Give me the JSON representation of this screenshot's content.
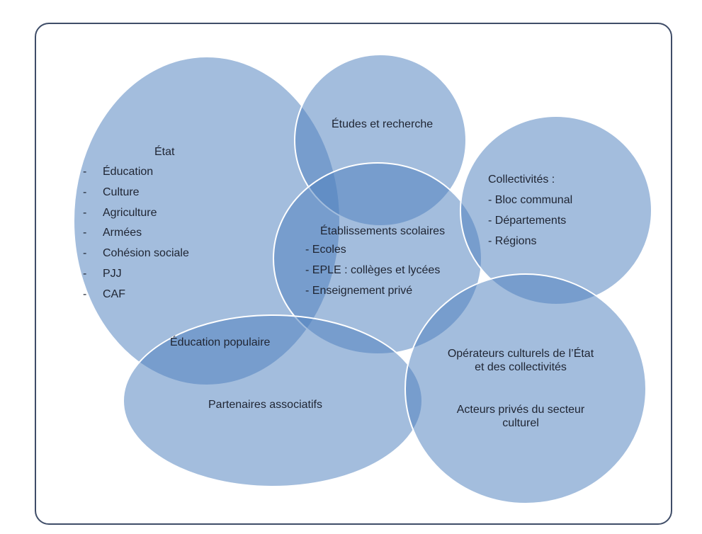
{
  "colors": {
    "circle_fill": "#4f81bd",
    "circle_stroke": "#ffffff",
    "frame": "#3f4d68",
    "text": "#1f2533"
  },
  "etat": {
    "title": "État",
    "items": [
      "Éducation",
      "Culture",
      "Agriculture",
      "Armées",
      "Cohésion sociale",
      "PJJ",
      "CAF"
    ]
  },
  "etudes": {
    "title": "Études et recherche"
  },
  "etablissements": {
    "title": "Établissements scolaires",
    "items": [
      "- Ecoles",
      "- EPLE : collèges et lycées",
      "- Enseignement privé"
    ]
  },
  "collectivites": {
    "title": "Collectivités :",
    "items": [
      "- Bloc communal",
      "- Départements",
      "- Régions"
    ]
  },
  "education_populaire": {
    "title": "Éducation populaire"
  },
  "partenaires": {
    "title": "Partenaires associatifs"
  },
  "operateurs": {
    "line1": "Opérateurs  culturels de l’État",
    "line2": "et des collectivités"
  },
  "acteurs": {
    "line1": "Acteurs privés du secteur",
    "line2": "culturel"
  }
}
